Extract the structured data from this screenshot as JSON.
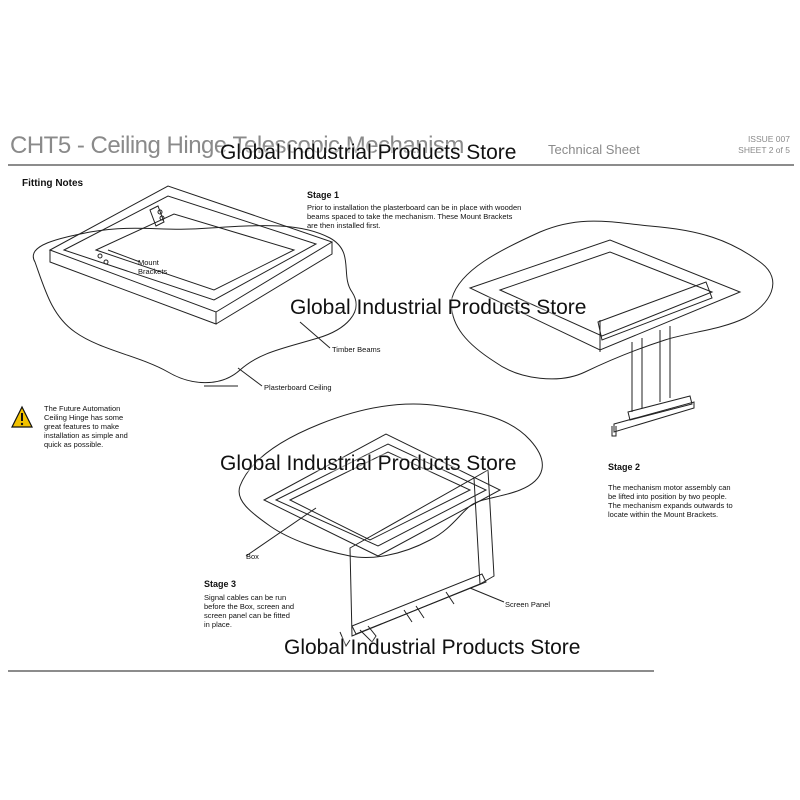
{
  "header": {
    "title": "CHT5 - Ceiling Hinge Telescopic Mechanism",
    "subtitle": "Technical Sheet",
    "issue": "ISSUE 007",
    "sheet": "SHEET 2 of 5"
  },
  "fitting_notes": {
    "heading": "Fitting Notes",
    "note_lines": [
      "The Future Automation",
      "Ceiling Hinge has some",
      "great features to make",
      "installation as simple and",
      "quick as possible."
    ]
  },
  "stage1": {
    "heading": "Stage 1",
    "lines": [
      "Prior to installation the plasterboard can be in place with wooden",
      "beams spaced to take the mechanism. These Mount Brackets",
      "are then installed first."
    ]
  },
  "stage2": {
    "heading": "Stage 2",
    "lines": [
      "The mechanism motor assembly can",
      "be lifted into position by two people.",
      "The mechanism expands outwards to",
      "locate within the Mount Brackets."
    ]
  },
  "stage3": {
    "heading": "Stage 3",
    "lines": [
      "Signal cables can be run",
      "before the Box, screen and",
      "screen panel can be fitted",
      "in place."
    ]
  },
  "labels": {
    "mount_brackets": [
      "Mount",
      "Brackets"
    ],
    "timber_beams": "Timber Beams",
    "plasterboard_ceiling": "Plasterboard Ceiling",
    "box": "Box",
    "screen_panel": "Screen Panel"
  },
  "watermark": "Global Industrial Products Store",
  "colors": {
    "header_grey": "#8a8a8a",
    "warning_yellow": "#f2c200"
  }
}
